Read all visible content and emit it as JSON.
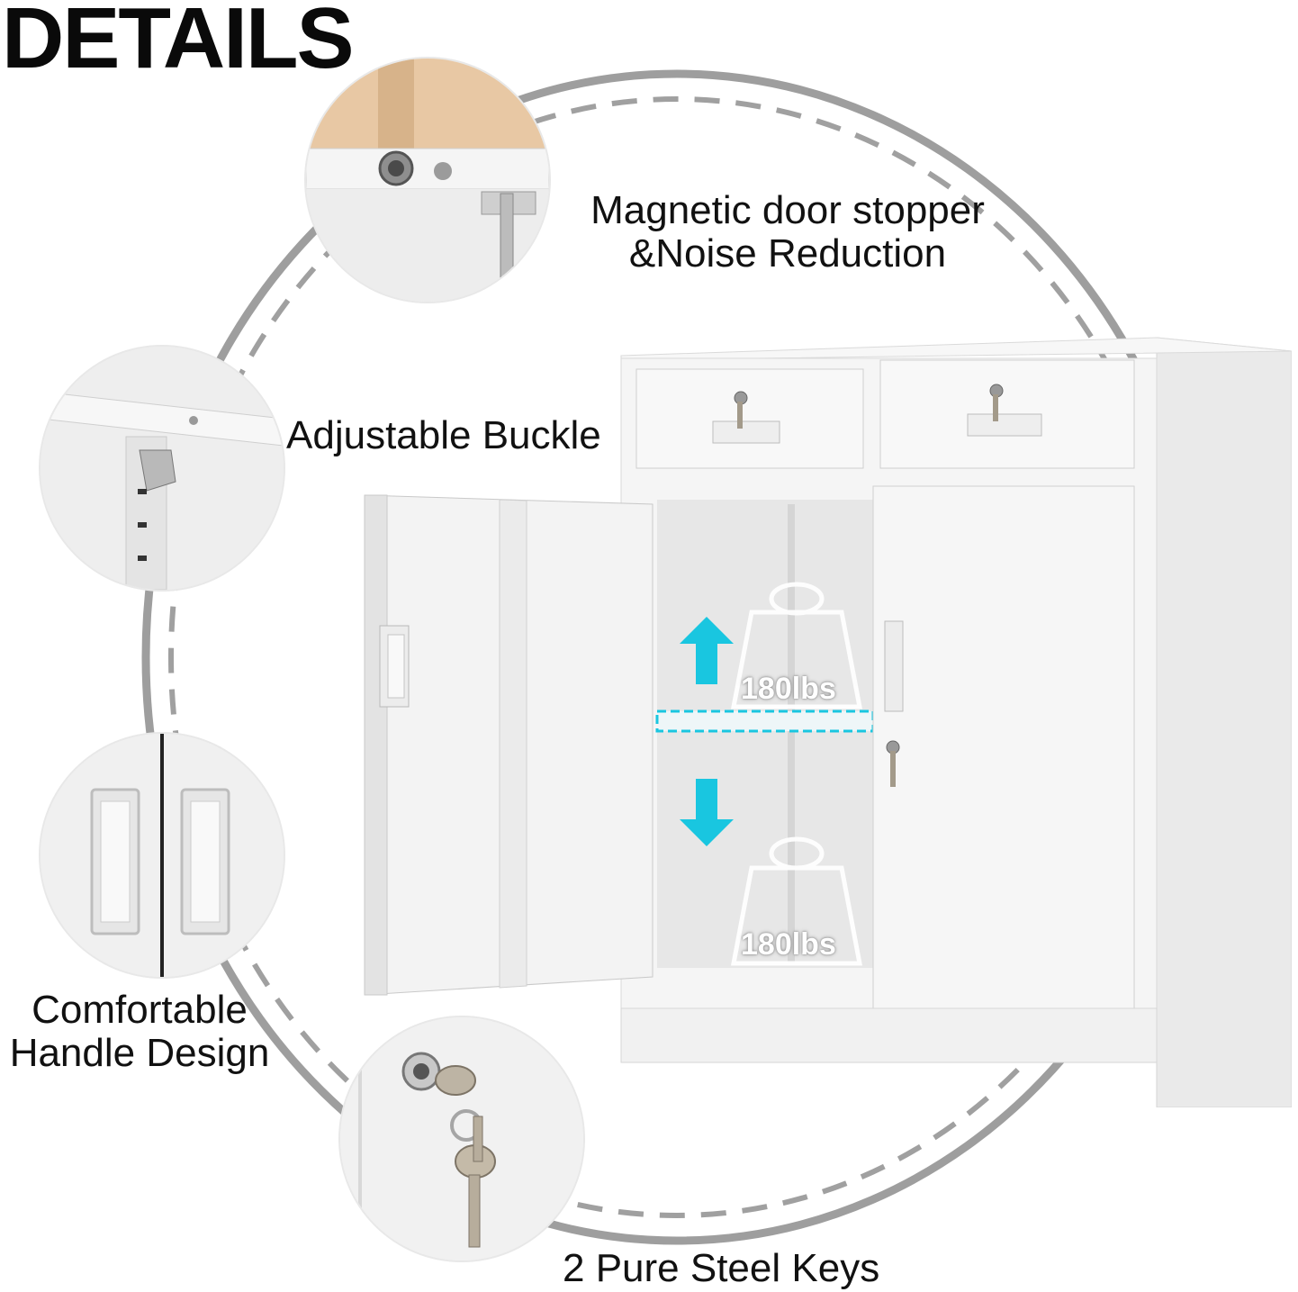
{
  "heading": "DETAILS",
  "features": {
    "magnet": "Magnetic door stopper\n&Noise Reduction",
    "buckle": "Adjustable Buckle",
    "handle": "Comfortable\nHandle Design",
    "keys": "2 Pure Steel Keys"
  },
  "capacity": {
    "upper_shelf": "180lbs",
    "lower_shelf": "180lbs"
  },
  "icons": [
    "weight-icon",
    "arrow-up-icon",
    "arrow-down-icon"
  ],
  "colors": {
    "accent": "#19c6e0",
    "ring": "#9a9a9a",
    "cabinet": "#f4f4f4"
  }
}
